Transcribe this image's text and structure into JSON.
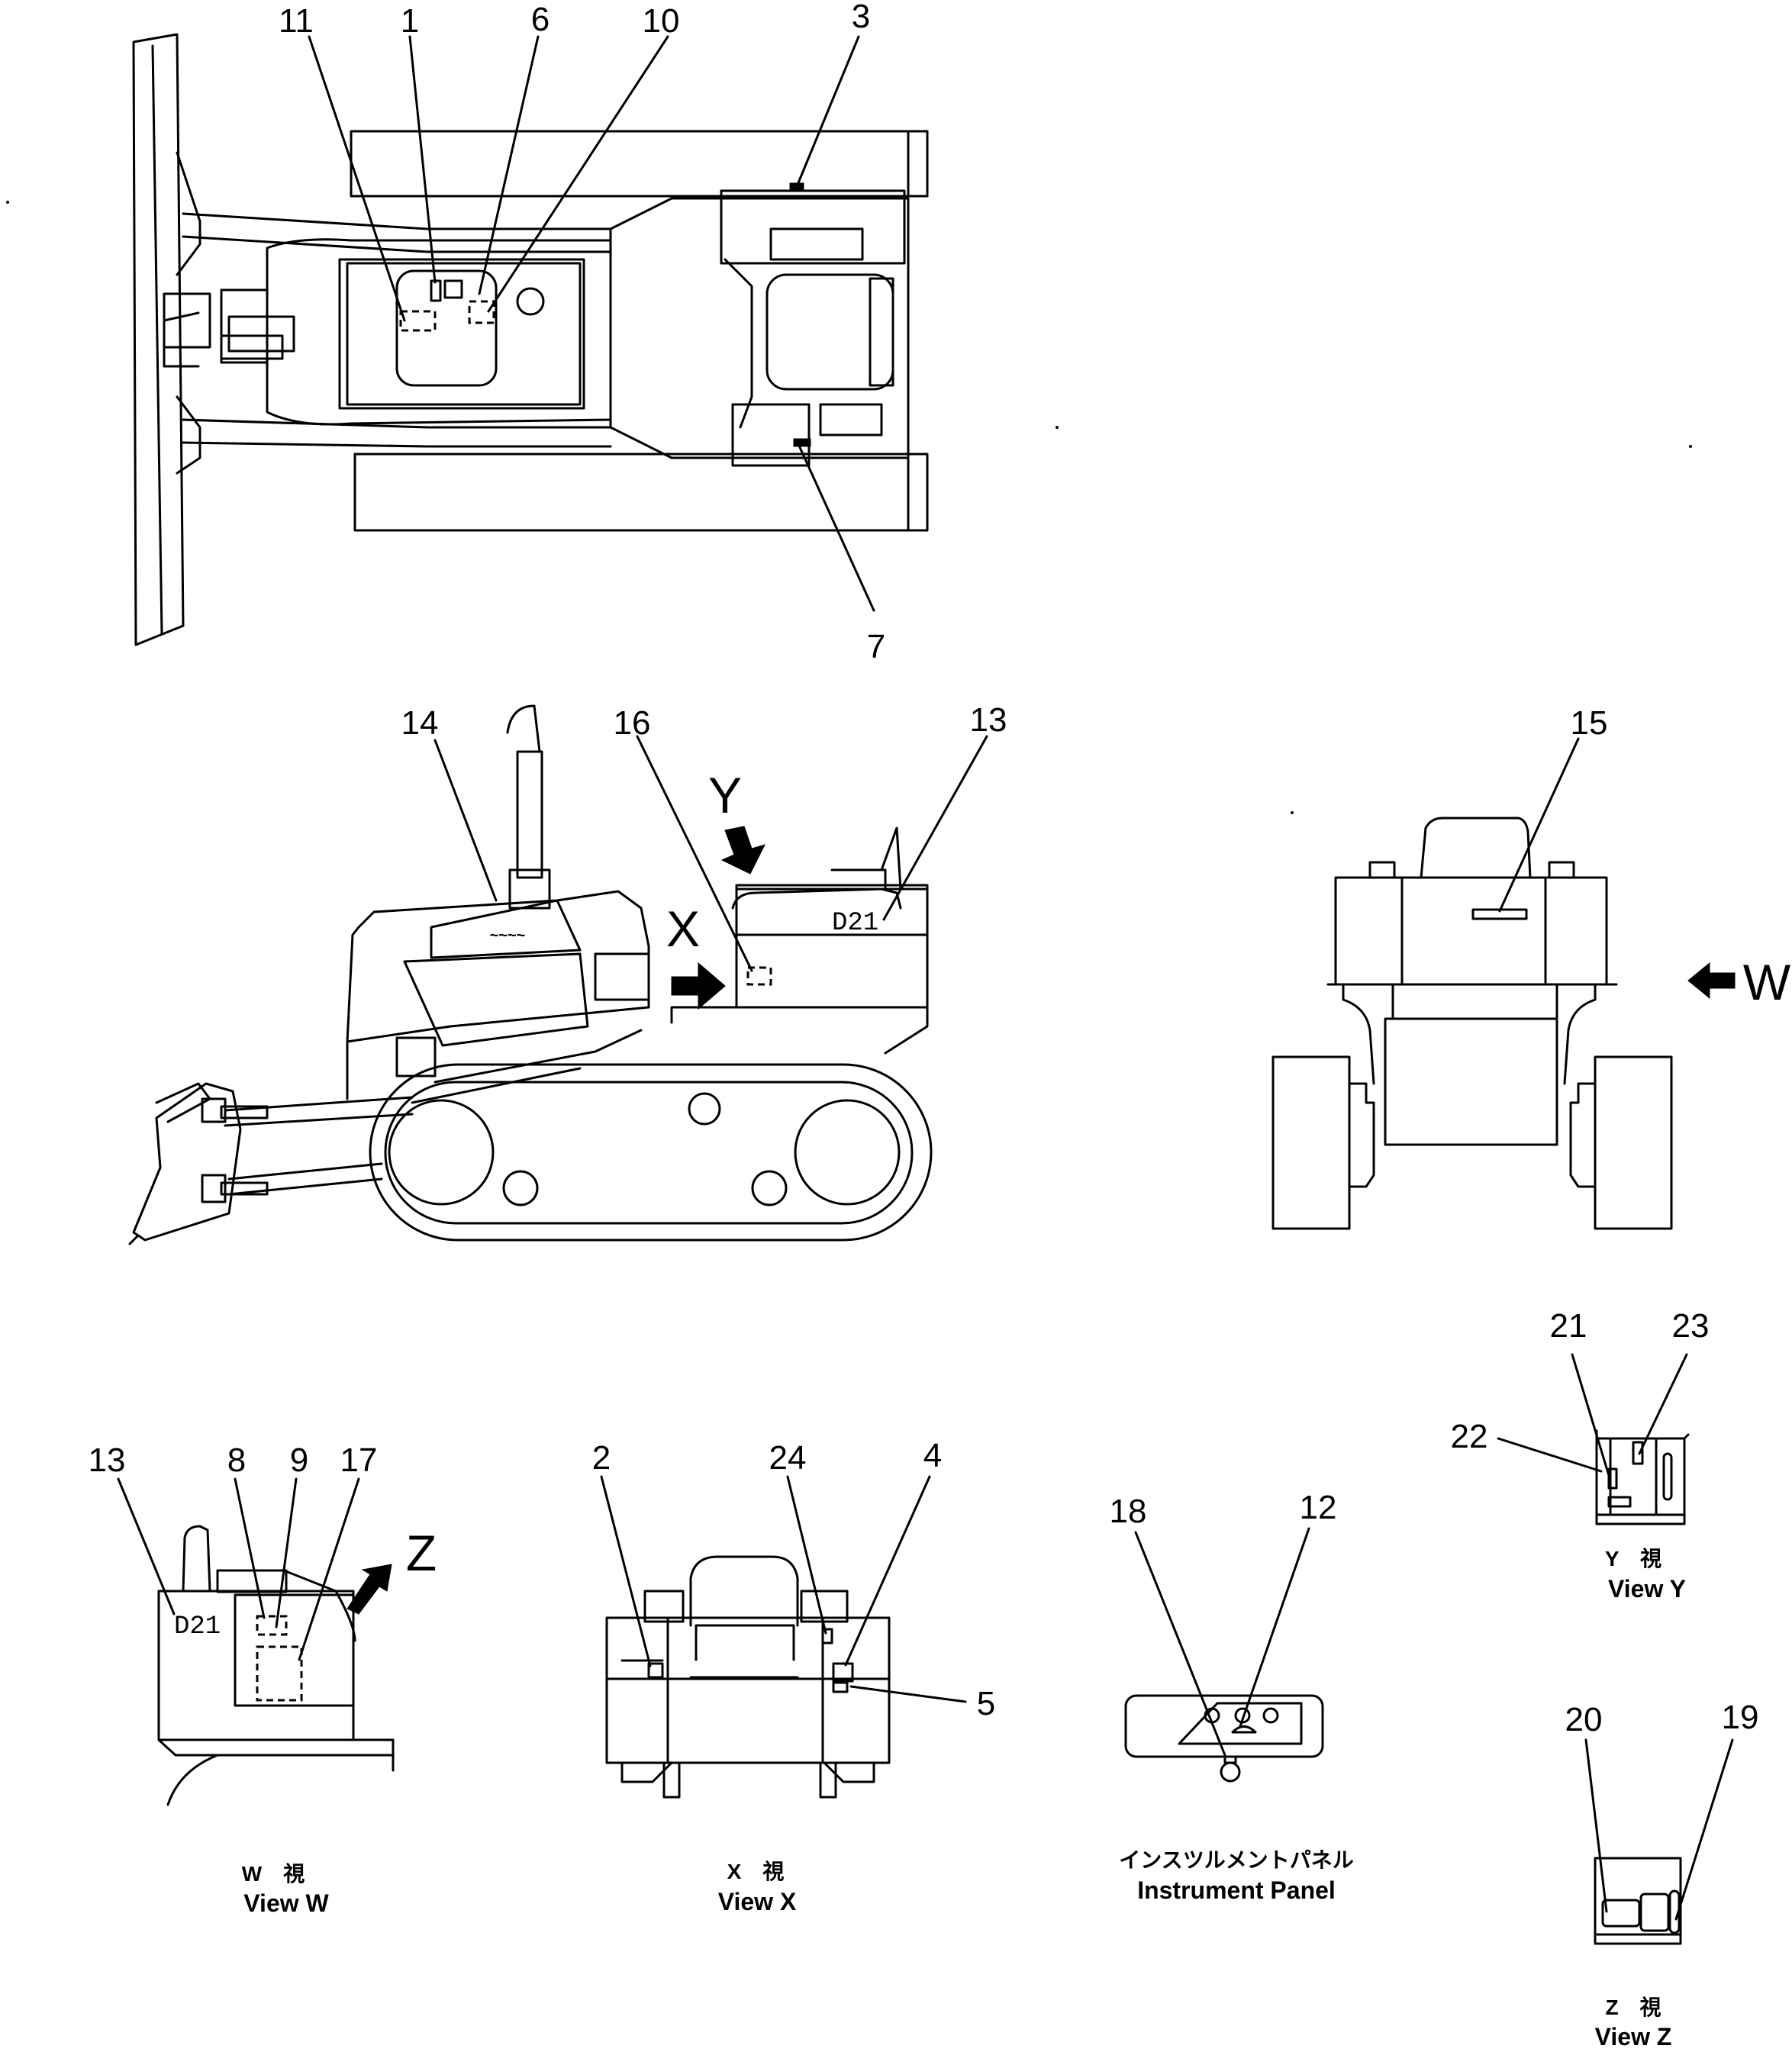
{
  "callouts": {
    "top": [
      "11",
      "1",
      "6",
      "10",
      "3",
      "7"
    ],
    "side": [
      "14",
      "16",
      "13"
    ],
    "rear": [
      "15"
    ],
    "view_w": [
      "13",
      "8",
      "9",
      "17"
    ],
    "view_x": [
      "2",
      "24",
      "4",
      "5"
    ],
    "panel": [
      "18",
      "12"
    ],
    "view_y": [
      "21",
      "23",
      "22"
    ],
    "view_z": [
      "20",
      "19"
    ]
  },
  "view_letters": {
    "y": "Y",
    "x": "X",
    "w": "W",
    "z": "Z"
  },
  "model_tag": "D21",
  "captions": {
    "w": {
      "jp": "W　視",
      "en": "View  W"
    },
    "x": {
      "jp": "X　視",
      "en": "View  X"
    },
    "panel": {
      "jp": "インスツルメントパネル",
      "en": "Instrument  Panel"
    },
    "y": {
      "jp": "Y　視",
      "en": "View  Y"
    },
    "z": {
      "jp": "Z　視",
      "en": "View  Z"
    }
  },
  "colors": {
    "ink": "#000000",
    "paper": "#ffffff"
  }
}
